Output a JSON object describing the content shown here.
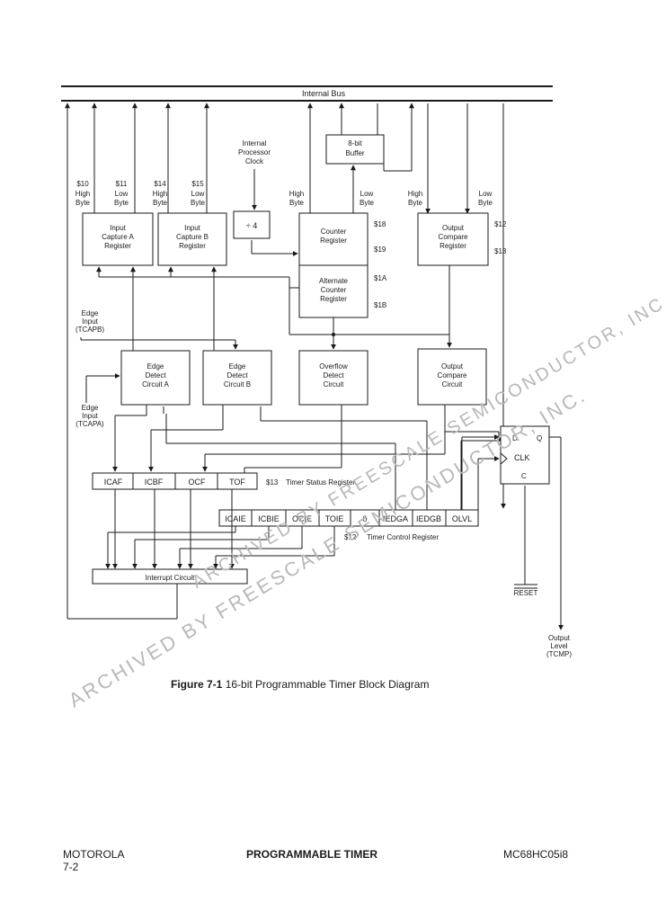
{
  "bus": {
    "label": "Internal Bus"
  },
  "clock": {
    "line1": "Internal",
    "line2": "Processor",
    "line3": "Clock"
  },
  "buffer": {
    "line1": "8-bit",
    "line2": "Buffer"
  },
  "divider": {
    "label": "÷ 4"
  },
  "registers": {
    "capture_a": {
      "line1": "Input",
      "line2": "Capture A",
      "line3": "Register"
    },
    "capture_b": {
      "line1": "Input",
      "line2": "Capture B",
      "line3": "Register"
    },
    "counter": {
      "line1": "Counter",
      "line2": "Register"
    },
    "alt_counter": {
      "line1": "Alternate",
      "line2": "Counter",
      "line3": "Register"
    },
    "output_compare": {
      "line1": "Output",
      "line2": "Compare",
      "line3": "Register"
    }
  },
  "circuits": {
    "edge_a": {
      "line1": "Edge",
      "line2": "Detect",
      "line3": "Circuit A"
    },
    "edge_b": {
      "line1": "Edge",
      "line2": "Detect",
      "line3": "Circuit B"
    },
    "overflow": {
      "line1": "Overflow",
      "line2": "Detect",
      "line3": "Circuit"
    },
    "output_compare": {
      "line1": "Output",
      "line2": "Compare",
      "line3": "Circuit"
    },
    "interrupt": {
      "label": "Interrupt Circuit"
    }
  },
  "addresses": {
    "s10": "$10",
    "s11": "$11",
    "s14": "$14",
    "s15": "$15",
    "s18": "$18",
    "s19": "$19",
    "s1a": "$1A",
    "s1b": "$1B",
    "s12": "$12",
    "s13": "$13",
    "s13_status": "$13",
    "s12_control": "$12"
  },
  "byte_labels": {
    "high": "High",
    "low": "Low",
    "byte": "Byte"
  },
  "inputs": {
    "tcapb_line1": "Edge",
    "tcapb_line2": "Input",
    "tcapb_line3": "(TCAPB)",
    "tcapa_line1": "Edge",
    "tcapa_line2": "Input",
    "tcapa_line3": "(TCAPA)"
  },
  "status_register": {
    "label": "Timer Status Register",
    "address": "$13",
    "bits": [
      "ICAF",
      "ICBF",
      "OCF",
      "TOF"
    ]
  },
  "control_register": {
    "label": "Timer Control Register",
    "address": "$12",
    "bits": [
      "ICAIE",
      "ICBIE",
      "OCIE",
      "TOIE",
      "0",
      "IEDGA",
      "IEDGB",
      "OLVL"
    ]
  },
  "flipflop": {
    "d": "D",
    "q": "Q",
    "clk": "CLK",
    "c": "C"
  },
  "reset": {
    "label": "RESET"
  },
  "output": {
    "line1": "Output",
    "line2": "Level",
    "line3": "(TCMP)"
  },
  "caption": {
    "figure": "Figure 7-1",
    "text": "16-bit Programmable Timer Block Diagram"
  },
  "footer": {
    "left_line1": "MOTOROLA",
    "left_line2": "7-2",
    "center": "PROGRAMMABLE TIMER",
    "right": "MC68HC05i8"
  },
  "watermark": {
    "text": "ARCHIVED BY FREESCALE SEMICONDUCTOR, INC."
  }
}
